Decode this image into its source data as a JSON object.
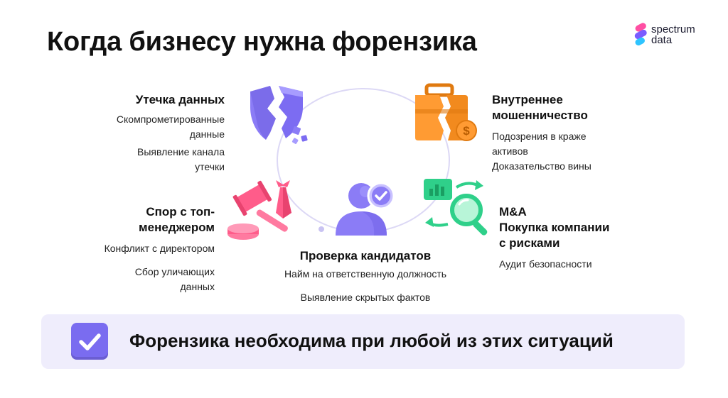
{
  "title": "Когда бизнесу нужна форензика",
  "logo": {
    "line1": "spectrum",
    "line2": "data",
    "colors": [
      "#ff4fa3",
      "#7a5cff",
      "#2ec4ff"
    ]
  },
  "accent": "#7a6cf0",
  "items": [
    {
      "heading": "Утечка данных",
      "lines": [
        "Скомпрометированные",
        "данные",
        "Выявление канала",
        "утечки"
      ],
      "icon": "broken-shield-icon",
      "color": "#8b7cf6"
    },
    {
      "heading_lines": [
        "Внутреннее",
        "мошенничество"
      ],
      "lines": [
        "Подозрения в краже",
        "активов",
        "Доказательство вины"
      ],
      "icon": "broken-briefcase-icon",
      "color": "#ff9b33"
    },
    {
      "heading_lines": [
        "Спор с топ-",
        "менеджером"
      ],
      "lines": [
        "Конфликт с директором",
        "Сбор уличающих",
        "данных"
      ],
      "icon": "gavel-tie-icon",
      "color": "#ff5c8a"
    },
    {
      "heading_lines": [
        "M&A",
        "Покупка компании",
        "с рисками"
      ],
      "lines": [
        "Аудит безопасности"
      ],
      "icon": "magnifier-chart-icon",
      "color": "#2fd08a"
    },
    {
      "heading": "Проверка кандидатов",
      "lines": [
        "Найм на ответственную должность",
        "Выявление скрытых фактов"
      ],
      "icon": "verified-person-icon",
      "color": "#8b7cf6"
    }
  ],
  "banner": {
    "text": "Форензика необходима при любой из этих ситуаций",
    "icon": "check-icon"
  }
}
